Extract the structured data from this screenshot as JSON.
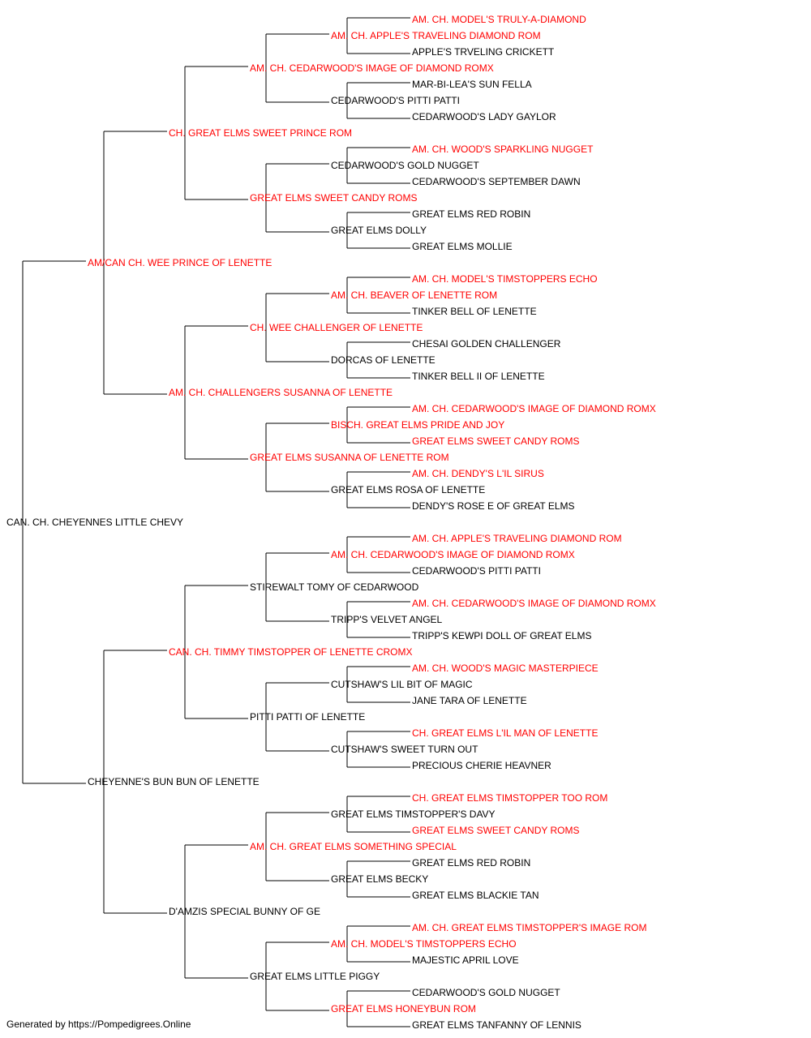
{
  "colors": {
    "champion": "#ff0000",
    "normal": "#000000",
    "line": "#000000"
  },
  "pedigree": [
    {
      "name": "CAN. CH. CHEYENNES LITTLE CHEVY",
      "red": false
    },
    {
      "name": "AM/CAN CH. WEE PRINCE OF LENETTE",
      "red": true
    },
    {
      "name": "CHEYENNE'S BUN BUN OF LENETTE",
      "red": false
    },
    {
      "name": "CH. GREAT ELMS SWEET PRINCE ROM",
      "red": true
    },
    {
      "name": "AM. CH. CHALLENGERS SUSANNA OF LENETTE",
      "red": true
    },
    {
      "name": "CAN. CH. TIMMY TIMSTOPPER OF LENETTE CROMX",
      "red": true
    },
    {
      "name": "D'AMZIS SPECIAL BUNNY OF GE",
      "red": false
    },
    {
      "name": "AM. CH. CEDARWOOD'S IMAGE OF DIAMOND ROMX",
      "red": true
    },
    {
      "name": "GREAT ELMS SWEET CANDY ROMS",
      "red": true
    },
    {
      "name": "CH. WEE CHALLENGER OF LENETTE",
      "red": true
    },
    {
      "name": "GREAT ELMS SUSANNA OF LENETTE ROM",
      "red": true
    },
    {
      "name": "STIREWALT TOMY OF CEDARWOOD",
      "red": false
    },
    {
      "name": "PITTI PATTI OF LENETTE",
      "red": false
    },
    {
      "name": "AM. CH. GREAT ELMS SOMETHING SPECIAL",
      "red": true
    },
    {
      "name": "GREAT ELMS LITTLE PIGGY",
      "red": false
    },
    {
      "name": "AM. CH. APPLE'S TRAVELING DIAMOND ROM",
      "red": true
    },
    {
      "name": "CEDARWOOD'S PITTI PATTI",
      "red": false
    },
    {
      "name": "CEDARWOOD'S GOLD NUGGET",
      "red": false
    },
    {
      "name": "GREAT ELMS DOLLY",
      "red": false
    },
    {
      "name": "AM. CH. BEAVER OF LENETTE ROM",
      "red": true
    },
    {
      "name": "DORCAS OF LENETTE",
      "red": false
    },
    {
      "name": "BISCH. GREAT ELMS PRIDE AND JOY",
      "red": true
    },
    {
      "name": "GREAT ELMS ROSA OF LENETTE",
      "red": false
    },
    {
      "name": "AM. CH. CEDARWOOD'S IMAGE OF DIAMOND ROMX",
      "red": true
    },
    {
      "name": "TRIPP'S VELVET ANGEL",
      "red": false
    },
    {
      "name": "CUTSHAW'S LIL BIT OF MAGIC",
      "red": false
    },
    {
      "name": "CUTSHAW'S SWEET TURN OUT",
      "red": false
    },
    {
      "name": "GREAT ELMS TIMSTOPPER'S DAVY",
      "red": false
    },
    {
      "name": "GREAT ELMS BECKY",
      "red": false
    },
    {
      "name": "AM. CH. MODEL'S TIMSTOPPERS ECHO",
      "red": true
    },
    {
      "name": "GREAT ELMS HONEYBUN ROM",
      "red": true
    },
    {
      "name": "AM. CH. MODEL'S TRULY-A-DIAMOND",
      "red": true
    },
    {
      "name": "APPLE'S TRVELING CRICKETT",
      "red": false
    },
    {
      "name": "MAR-BI-LEA'S SUN FELLA",
      "red": false
    },
    {
      "name": "CEDARWOOD'S LADY GAYLOR",
      "red": false
    },
    {
      "name": "AM. CH. WOOD'S SPARKLING NUGGET",
      "red": true
    },
    {
      "name": "CEDARWOOD'S SEPTEMBER DAWN",
      "red": false
    },
    {
      "name": "GREAT ELMS RED ROBIN",
      "red": false
    },
    {
      "name": "GREAT ELMS MOLLIE",
      "red": false
    },
    {
      "name": "AM. CH. MODEL'S TIMSTOPPERS ECHO",
      "red": true
    },
    {
      "name": "TINKER BELL OF LENETTE",
      "red": false
    },
    {
      "name": "CHESAI GOLDEN CHALLENGER",
      "red": false
    },
    {
      "name": "TINKER BELL II OF LENETTE",
      "red": false
    },
    {
      "name": "AM. CH. CEDARWOOD'S IMAGE OF DIAMOND ROMX",
      "red": true
    },
    {
      "name": "GREAT ELMS SWEET CANDY ROMS",
      "red": true
    },
    {
      "name": "AM. CH. DENDY'S L'IL SIRUS",
      "red": true
    },
    {
      "name": "DENDY'S ROSE E OF GREAT ELMS",
      "red": false
    },
    {
      "name": "AM. CH. APPLE'S TRAVELING DIAMOND ROM",
      "red": true
    },
    {
      "name": "CEDARWOOD'S PITTI PATTI",
      "red": false
    },
    {
      "name": "AM. CH. CEDARWOOD'S IMAGE OF DIAMOND ROMX",
      "red": true
    },
    {
      "name": "TRIPP'S KEWPI DOLL OF GREAT ELMS",
      "red": false
    },
    {
      "name": "AM. CH. WOOD'S MAGIC MASTERPIECE",
      "red": true
    },
    {
      "name": "JANE TARA OF LENETTE",
      "red": false
    },
    {
      "name": "CH. GREAT ELMS L'IL MAN OF LENETTE",
      "red": true
    },
    {
      "name": "PRECIOUS CHERIE HEAVNER",
      "red": false
    },
    {
      "name": "CH. GREAT ELMS TIMSTOPPER TOO ROM",
      "red": true
    },
    {
      "name": "GREAT ELMS SWEET CANDY ROMS",
      "red": true
    },
    {
      "name": "GREAT ELMS RED ROBIN",
      "red": false
    },
    {
      "name": "GREAT ELMS BLACKIE TAN",
      "red": false
    },
    {
      "name": "AM. CH. GREAT ELMS TIMSTOPPER'S IMAGE ROM",
      "red": true
    },
    {
      "name": "MAJESTIC APRIL LOVE",
      "red": false
    },
    {
      "name": "CEDARWOOD'S GOLD NUGGET",
      "red": false
    },
    {
      "name": "GREAT ELMS TANFANNY OF LENNIS",
      "red": false
    }
  ],
  "footer": "Generated by https://Pompedigrees.Online"
}
